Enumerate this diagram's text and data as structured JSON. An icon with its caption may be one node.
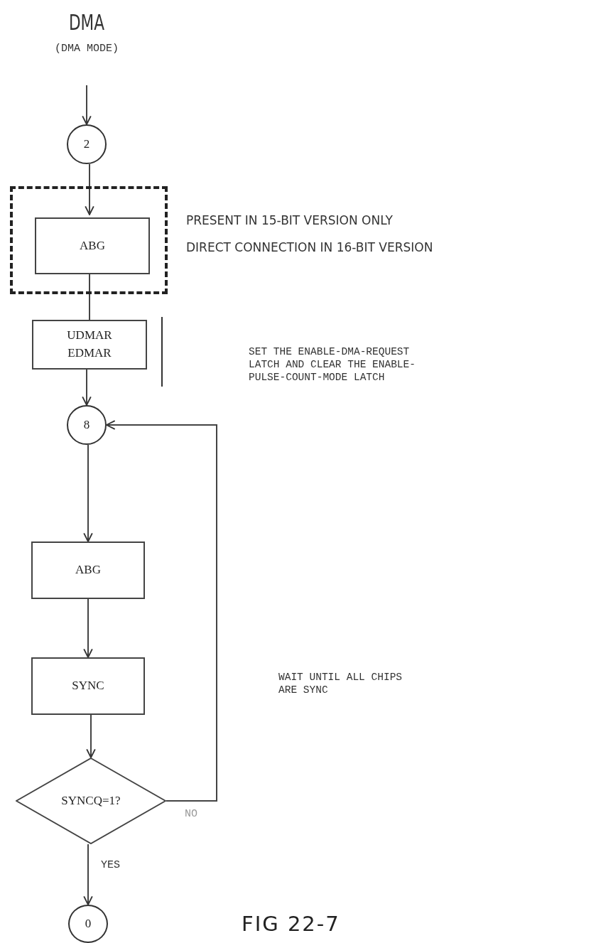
{
  "diagram": {
    "title": "DMA",
    "caption": "FIG 22-7",
    "nodes": [
      {
        "text": [
          "2"
        ]
      },
      {
        "text": [],
        "shape": "box",
        "beside": [
          "PRESENT IN 15-BIT VERSION ONLY",
          "DIRECT CONNECTION IN 16-BIT VERSION"
        ]
      },
      {
        "text": [
          "ABG"
        ],
        "in": 1
      },
      {
        "text": [
          "UDMAR",
          "EDMAR"
        ]
      },
      {
        "text": [
          "8"
        ]
      },
      {
        "text": [
          "ABG"
        ]
      },
      {
        "text": [
          "SYNC"
        ]
      },
      {
        "text": [
          "SYNCQ=1?"
        ]
      },
      {
        "text": [
          "0"
        ]
      }
    ],
    "edges": [
      {
        "from": null,
        "to": 0,
        "arrow": "to"
      },
      {
        "from": 0,
        "to": 2,
        "arrow": "to"
      },
      {
        "from": 2,
        "to": 3,
        "arrow": "none"
      },
      {
        "from": 3,
        "to": 4,
        "arrow": "to"
      },
      {
        "from": 4,
        "to": 5,
        "arrow": "to"
      },
      {
        "from": 5,
        "to": 6,
        "arrow": "to"
      },
      {
        "from": 6,
        "to": 7,
        "arrow": "to"
      },
      {
        "from": 7,
        "to": 4,
        "arrow": "to",
        "label": "NO"
      },
      {
        "from": 7,
        "to": 8,
        "arrow": "to",
        "label": "YES"
      }
    ],
    "labels": [
      "(DMA MODE)",
      "SET THE ENABLE-DMA-REQUEST LATCH AND CLEAR THE ENABLE-PULSE-COUNT-MODE LATCH",
      "WAIT UNTIL ALL CHIPS ARE SYNC"
    ]
  }
}
